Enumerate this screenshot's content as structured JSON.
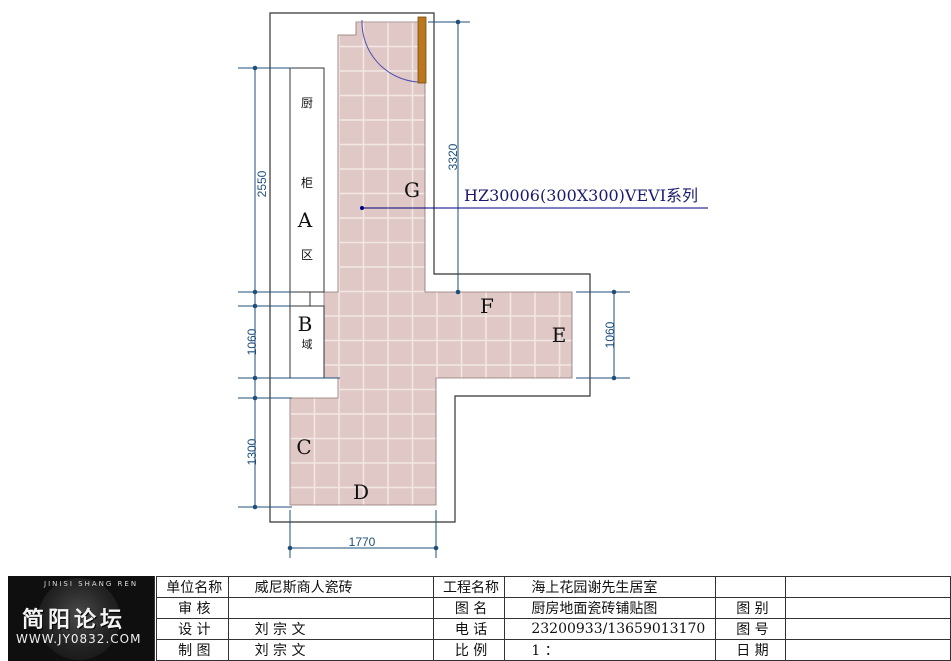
{
  "drawing": {
    "tile_label": "HZ30006(300X300)VEVI系列",
    "zones": {
      "A": "A",
      "B": "B",
      "C": "C",
      "D": "D",
      "E": "E",
      "F": "F",
      "G": "G"
    },
    "cabinet_label": [
      "厨",
      "柜",
      "A",
      "区",
      "B",
      "域"
    ],
    "dimensions": {
      "left_upper": "2550",
      "left_middle": "1060",
      "left_lower": "1300",
      "bottom": "1770",
      "right_top": "3320",
      "right_middle": "1060"
    },
    "colors": {
      "tile_fill": "#dfc8c6",
      "grout": "#f3e7e4",
      "wall": "#333333",
      "dimension_line": "#1f4f7a",
      "leader": "#000080",
      "door_arc": "#5050b0",
      "door_panel": "#b9771e"
    }
  },
  "title_block": {
    "logo": {
      "arc_text": "JINISI SHANG REN",
      "text": "简阳论坛",
      "url": "WWW.JY0832.COM"
    },
    "rows": [
      {
        "k1": "单位名称",
        "v1": "威尼斯商人瓷砖",
        "k2": "工程名称",
        "v2": "海上花园谢先生居室",
        "k3": "",
        "v3": ""
      },
      {
        "k1": "审  核",
        "v1": "",
        "k2": "图  名",
        "v2": "厨房地面瓷砖铺贴图",
        "k3": "图  别",
        "v3": ""
      },
      {
        "k1": "设  计",
        "v1": "刘 宗 文",
        "k2": "电  话",
        "v2": "23200933/13659013170",
        "k3": "图  号",
        "v3": ""
      },
      {
        "k1": "制  图",
        "v1": "刘 宗 文",
        "k2": "比  例",
        "v2": "1  ：",
        "k3": "日  期",
        "v3": ""
      }
    ]
  }
}
